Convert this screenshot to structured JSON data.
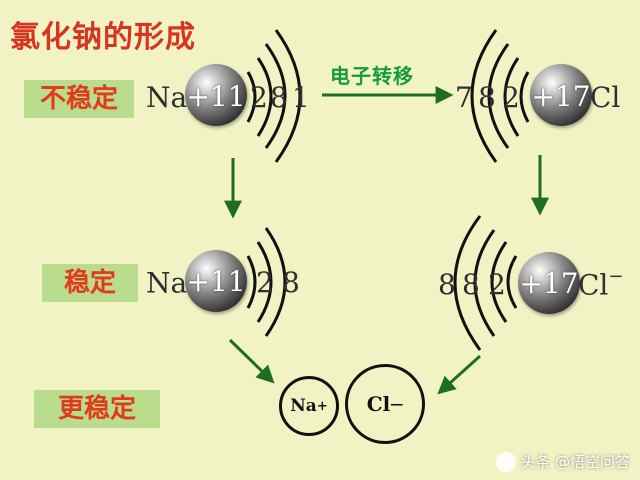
{
  "title": "氯化钠的形成",
  "labels": {
    "unstable": "不稳定",
    "stable": "稳定",
    "more_stable": "更稳定"
  },
  "electron_transfer": "电子转移",
  "atoms": {
    "na_atom": {
      "symbol": "Na",
      "nucleus": "+11",
      "shells": [
        "2",
        "8",
        "1"
      ]
    },
    "cl_atom": {
      "symbol": "Cl",
      "nucleus": "+17",
      "shells": [
        "7",
        "8",
        "2"
      ]
    },
    "na_ion": {
      "symbol": "Na",
      "charge": "+",
      "nucleus": "+11",
      "shells": [
        "2",
        "8"
      ]
    },
    "cl_ion": {
      "symbol": "Cl",
      "charge": "−",
      "nucleus": "+17",
      "shells": [
        "8",
        "8",
        "2"
      ]
    }
  },
  "ions": {
    "na": {
      "symbol": "Na",
      "charge": "+"
    },
    "cl": {
      "symbol": "Cl",
      "charge": "—"
    }
  },
  "watermark": "头条 @悟空问答",
  "colors": {
    "background": "#f2f3c5",
    "label_bg": "#b9dd8c",
    "label_text": "#e23a1a",
    "title": "#d9341f",
    "arrow": "#1f6e1f",
    "transfer_text": "#149b3a"
  }
}
